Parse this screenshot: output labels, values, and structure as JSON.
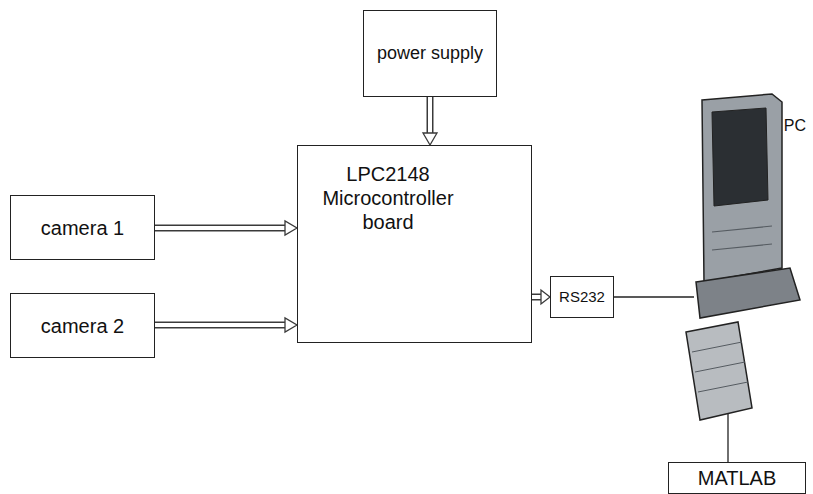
{
  "diagram": {
    "nodes": [
      {
        "text": [
          "power supply"
        ]
      },
      {
        "text": [
          "camera 1"
        ]
      },
      {
        "text": [
          "LPC2148 Microcontroller board"
        ]
      },
      {
        "text": [
          "RS232"
        ]
      },
      {
        "text": [
          "camera 2"
        ]
      },
      {
        "text": [
          "PC"
        ]
      },
      {
        "text": [
          "MATLAB"
        ]
      }
    ],
    "edges": [
      {
        "from": 0,
        "to": 2,
        "arrow": "to"
      },
      {
        "from": 1,
        "to": 2,
        "arrow": "to"
      },
      {
        "from": 4,
        "to": 2,
        "arrow": "to"
      },
      {
        "from": 2,
        "to": 3,
        "arrow": "to"
      },
      {
        "from": 3,
        "to": 5,
        "arrow": "none"
      },
      {
        "from": 5,
        "to": 6,
        "arrow": "none"
      }
    ]
  }
}
